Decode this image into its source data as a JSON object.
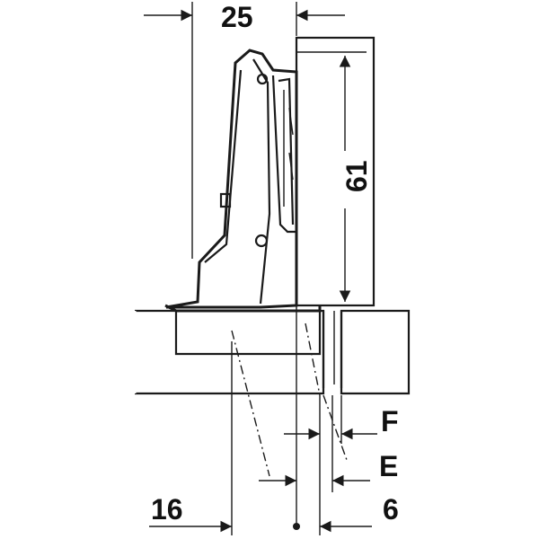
{
  "dimensions": {
    "overlay_width": "25",
    "cup_height": "61",
    "cup_offset": "16",
    "gap_right": "6",
    "label_f": "F",
    "label_e": "E"
  },
  "colors": {
    "panel_fill": "#e3e5e8",
    "stroke": "#1a1a1a",
    "background": "#ffffff"
  }
}
